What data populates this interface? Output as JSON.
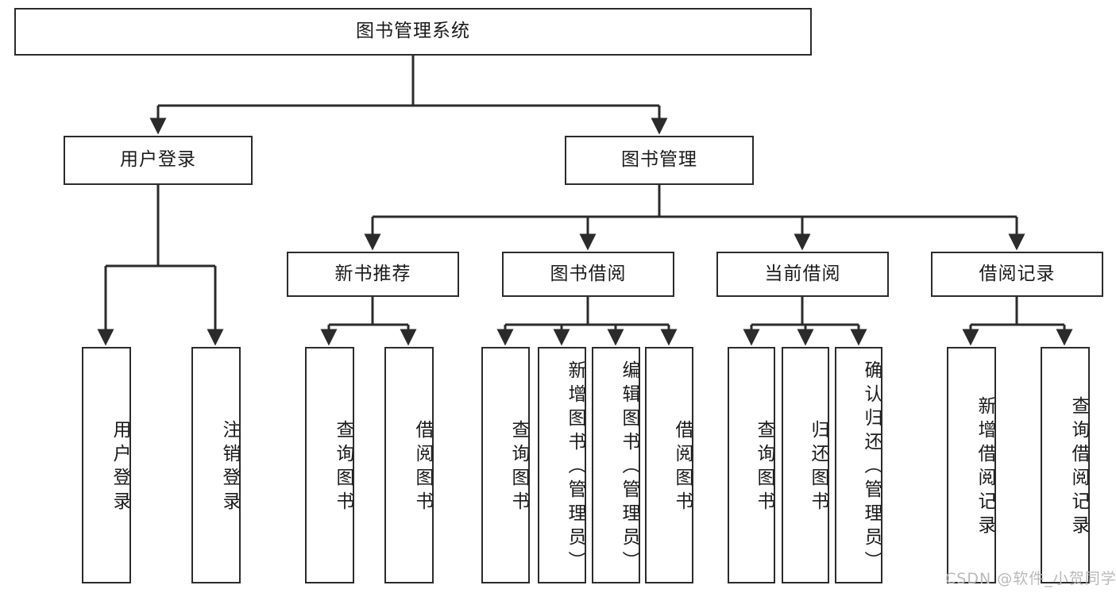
{
  "diagram": {
    "title": "图书管理系统",
    "type": "tree-hierarchy-chart",
    "watermark": "CSDN @软件_小贺同学",
    "root": {
      "label": "图书管理系统"
    },
    "level2": [
      {
        "label": "用户登录"
      },
      {
        "label": "图书管理"
      }
    ],
    "level3": [
      {
        "label": "新书推荐"
      },
      {
        "label": "图书借阅"
      },
      {
        "label": "当前借阅"
      },
      {
        "label": "借阅记录"
      }
    ],
    "leaves": {
      "user_login": [
        {
          "label": "用户登录"
        },
        {
          "label": "注销登录"
        }
      ],
      "new_book_recommend": [
        {
          "label": "查询图书"
        },
        {
          "label": "借阅图书"
        }
      ],
      "book_borrow": [
        {
          "label": "查询图书"
        },
        {
          "label": "新增图书（管理员）"
        },
        {
          "label": "编辑图书（管理员）"
        },
        {
          "label": "借阅图书"
        }
      ],
      "current_borrow": [
        {
          "label": "查询图书"
        },
        {
          "label": "归还图书"
        },
        {
          "label": "确认归还（管理员）"
        }
      ],
      "borrow_record": [
        {
          "label": "新增借阅记录"
        },
        {
          "label": "查询借阅记录"
        }
      ]
    },
    "colors": {
      "stroke": "#2b2b2b",
      "fill": "#ffffff",
      "text": "#1a1a1a",
      "watermark": "#b9b9b9"
    }
  }
}
